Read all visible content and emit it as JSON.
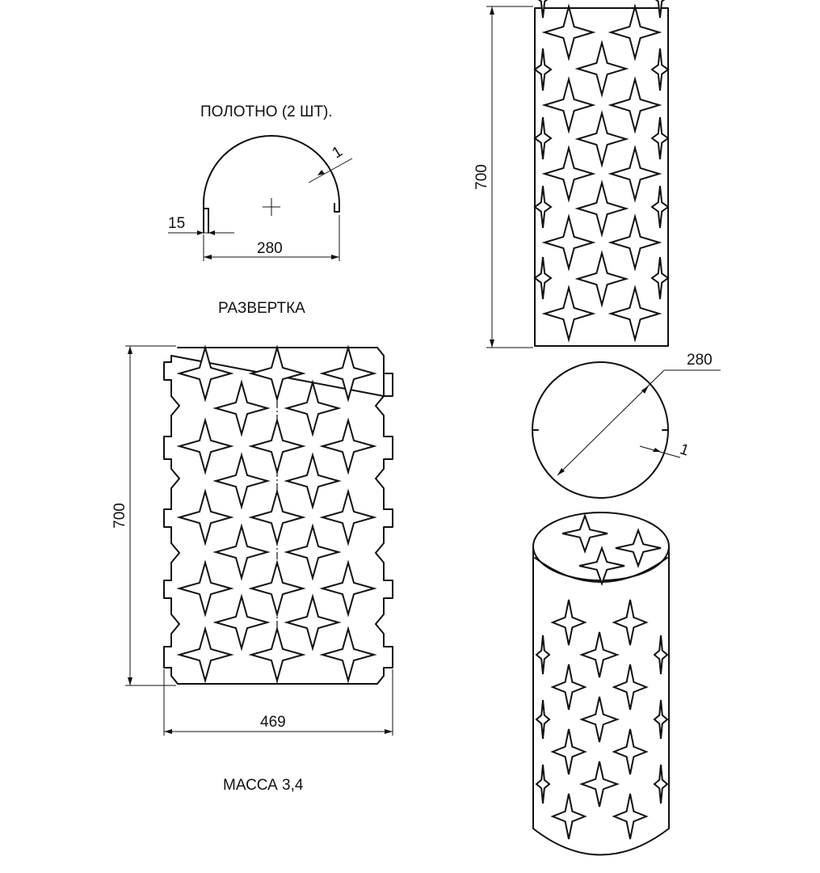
{
  "drawing": {
    "labels": {
      "blank_title": "ПОЛОТНО (2 ШТ).",
      "unfold_title": "РАЗВЕРТКА",
      "mass": "МАССА 3,4"
    },
    "dimensions": {
      "blank_thickness": "1",
      "blank_tab": "15",
      "blank_width": "280",
      "unfold_height": "700",
      "unfold_width": "469",
      "cylinder_height": "700",
      "circle_diameter": "280",
      "circle_thickness": "1"
    }
  }
}
